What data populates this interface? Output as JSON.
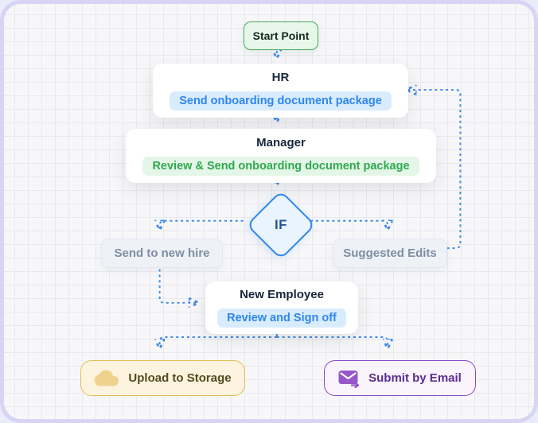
{
  "diagram": {
    "type": "flowchart",
    "nodes": {
      "start": {
        "label": "Start Point"
      },
      "hr": {
        "title": "HR",
        "task": "Send onboarding document package"
      },
      "manager": {
        "title": "Manager",
        "task": "Review & Send onboarding document package"
      },
      "decision": {
        "label": "IF"
      },
      "send_new_hire": {
        "label": "Send to new hire"
      },
      "suggested_edits": {
        "label": "Suggested Edits"
      },
      "new_employee": {
        "title": "New Employee",
        "task": "Review and Sign off"
      },
      "upload_storage": {
        "label": "Upload to Storage",
        "icon": "cloud-icon"
      },
      "submit_email": {
        "label": "Submit by Email",
        "icon": "email-send-icon"
      }
    },
    "edges": [
      "start -> hr",
      "hr -> manager",
      "manager -> decision",
      "decision -> send_new_hire",
      "decision -> suggested_edits",
      "suggested_edits -> hr (feedback loop)",
      "send_new_hire -> new_employee",
      "new_employee -> upload_storage",
      "new_employee -> submit_email"
    ]
  },
  "colors": {
    "connector_blue": "#3d87ea",
    "accent_blue": "#2e86f0",
    "pill_blue_bg": "#d9ecfd",
    "accent_green": "#2fa94e",
    "pill_green_bg": "#e3f6e7",
    "start_border_green": "#4da95d",
    "start_bg": "#e7f8ea",
    "gray_node_bg": "#eef2f7",
    "gray_node_text": "#7f8ea3",
    "storage_bg": "#fcf4df",
    "storage_border": "#e2bd55",
    "email_border": "#8b48c1",
    "email_text": "#5a2c90",
    "canvas_bg": "#f7f7f9",
    "grid_line": "#e9e9ee",
    "frame_border": "#d8d5f4"
  }
}
